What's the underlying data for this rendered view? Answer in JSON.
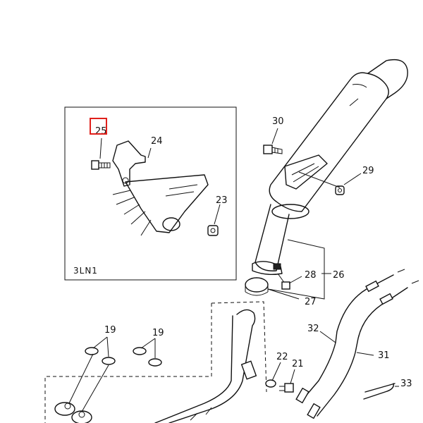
{
  "diagram": {
    "inset_label": "3LN1",
    "parts": {
      "p19a": "19",
      "p19b": "19",
      "p21": "21",
      "p22": "22",
      "p23": "23",
      "p24": "24",
      "p25": "25",
      "p26": "26",
      "p27": "27",
      "p28": "28",
      "p29": "29",
      "p30": "30",
      "p31": "31",
      "p32": "32",
      "p33": "33"
    },
    "highlight_color": "#e0201b"
  }
}
